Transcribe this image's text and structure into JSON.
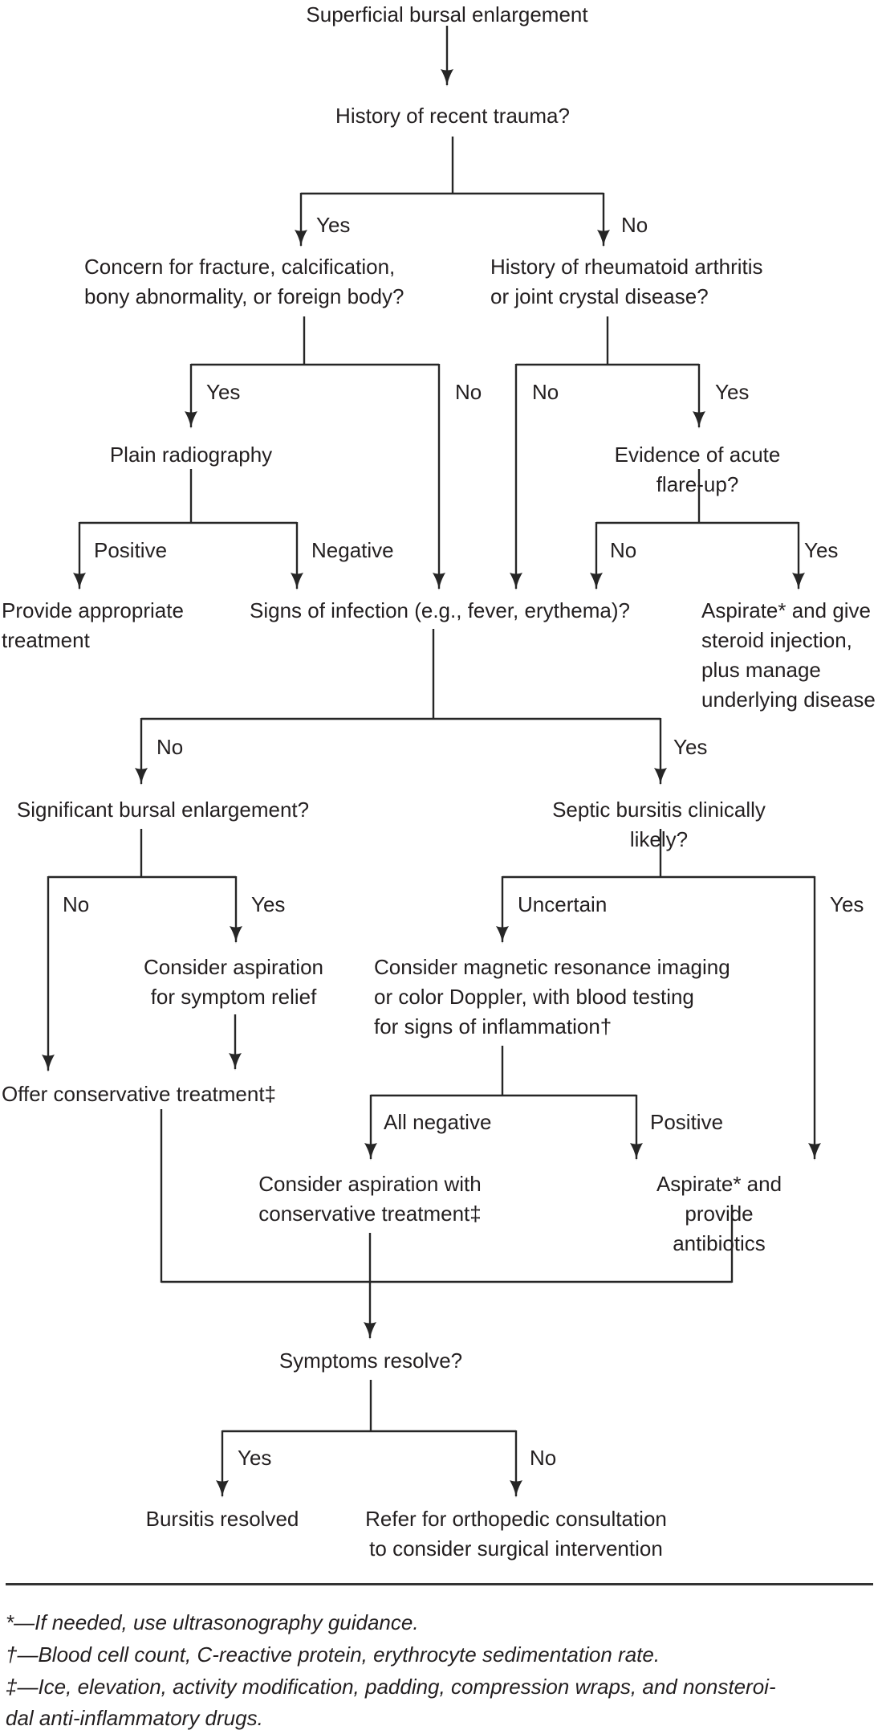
{
  "diagram": {
    "nodes": {
      "start": "Superficial bursal enlargement",
      "trauma": "History of recent trauma?",
      "concern": "Concern for fracture, calcification,\nbony abnormality, or foreign body?",
      "history": "History of rheumatoid arthritis\nor joint crystal disease?",
      "radiography": "Plain radiography",
      "flareup": "Evidence of acute flare-up?",
      "provide": "Provide appropriate\ntreatment",
      "signs": "Signs of infection (e.g., fever, erythema)?",
      "aspirate_steroid": "Aspirate* and give\nsteroid injection,\nplus manage\nunderlying disease",
      "significant": "Significant bursal enlargement?",
      "septic": "Septic bursitis clinically likely?",
      "aspiration_relief": "Consider aspiration\nfor symptom relief",
      "mri": "Consider magnetic resonance imaging\nor color Doppler, with blood testing\nfor signs of inflammation†",
      "offer": "Offer conservative treatment‡",
      "consider_with": "Consider aspiration with\nconservative treatment‡",
      "antibiotics": "Aspirate* and provide antibiotics",
      "symptoms": "Symptoms resolve?",
      "resolved": "Bursitis resolved",
      "refer": "Refer for orthopedic consultation\nto consider surgical intervention"
    },
    "labels": {
      "trauma_yes": "Yes",
      "trauma_no": "No",
      "concern_yes": "Yes",
      "concern_no": "No",
      "history_no": "No",
      "history_yes": "Yes",
      "radiography_positive": "Positive",
      "radiography_negative": "Negative",
      "flareup_no": "No",
      "flareup_yes": "Yes",
      "signs_no": "No",
      "signs_yes": "Yes",
      "significant_no": "No",
      "significant_yes": "Yes",
      "septic_uncertain": "Uncertain",
      "septic_yes": "Yes",
      "mri_all_negative": "All negative",
      "mri_positive": "Positive",
      "symptoms_yes": "Yes",
      "symptoms_no": "No"
    },
    "footnotes": {
      "asterisk": "*—If needed, use ultrasonography guidance.",
      "dagger": "†—Blood cell count, C-reactive protein, erythrocyte sedimentation rate.",
      "double_dagger": "‡—Ice, elevation, activity modification, padding, compression wraps, and nonsteroi-\ndal anti-inflammatory drugs."
    },
    "colors": {
      "line": "#262626",
      "text": "#231f20",
      "background": "#ffffff"
    }
  }
}
